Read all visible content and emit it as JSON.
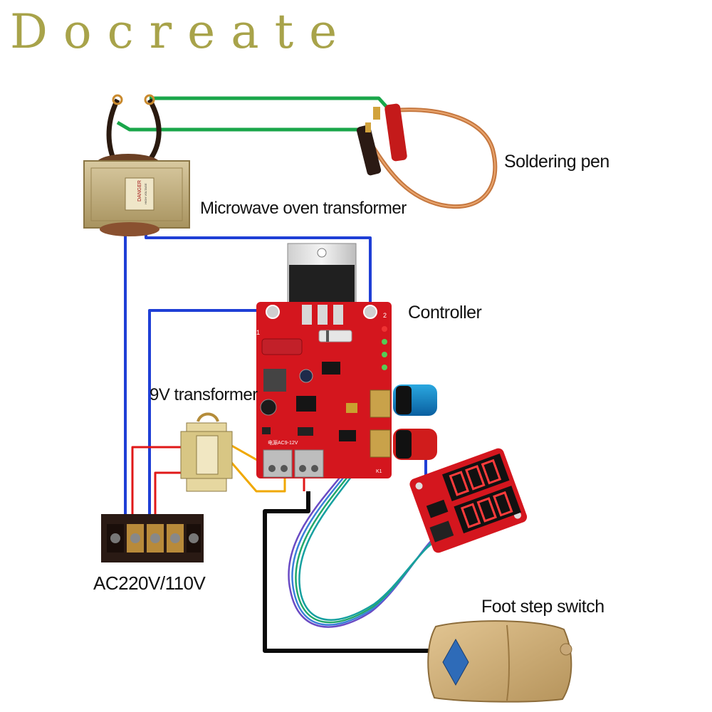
{
  "brand": "Docreate",
  "labels": {
    "soldering_pen": "Soldering pen",
    "microwave_transformer": "Microwave oven transformer",
    "controller": "Controller",
    "transformer_9v": "9V transformer",
    "mains": "AC220V/110V",
    "foot_switch": "Foot step switch"
  },
  "transformer_plate": {
    "danger": "DANGER",
    "high_voltage": "HIGH VOLTAGE"
  },
  "pcb_marks": {
    "pin1": "1",
    "pin2": "2",
    "supply": "电源AC9-12V",
    "k1": "K1"
  },
  "colors": {
    "wire_green": "#1aa64a",
    "wire_blue": "#1f3fd6",
    "wire_red": "#e01818",
    "wire_orange": "#f0a800",
    "wire_black": "#0a0a0a",
    "pcb_red": "#d4161e",
    "brand": "#a8a34a"
  }
}
